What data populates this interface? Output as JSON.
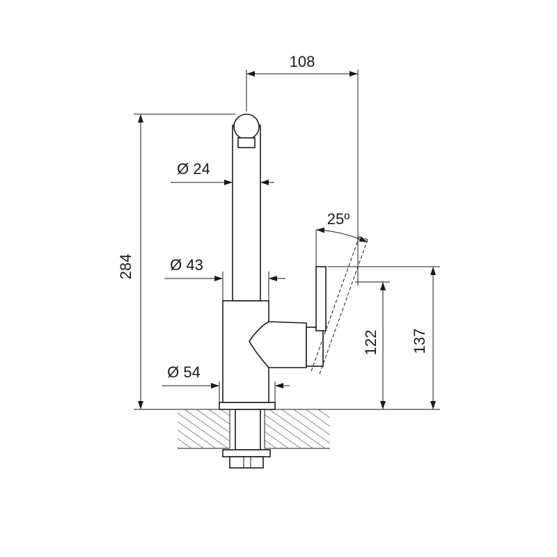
{
  "dimensions": {
    "spout_reach": "108",
    "total_height": "284",
    "spout_diameter": "Ø 24",
    "body_diameter": "Ø 43",
    "base_diameter": "Ø 54",
    "lever_angle": "25º",
    "lever_height_low": "122",
    "lever_height_high": "137"
  },
  "colors": {
    "line": "#1a1a1a",
    "background": "#ffffff"
  }
}
